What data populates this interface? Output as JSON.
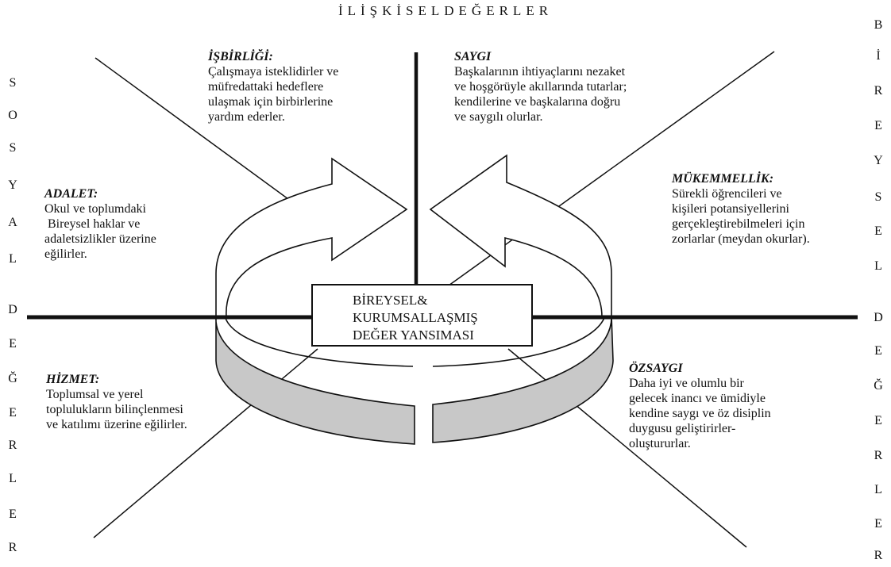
{
  "title": "İLİŞKİSELDEĞERLER",
  "left_label": [
    "S",
    "O",
    "S",
    "Y",
    "A",
    "L",
    "D",
    "E",
    "Ğ",
    "E",
    "R",
    "L",
    "E",
    "R"
  ],
  "right_label": [
    "B",
    "İ",
    "R",
    "E",
    "Y",
    "S",
    "E",
    "L",
    "D",
    "E",
    "Ğ",
    "E",
    "R",
    "L",
    "E",
    "R"
  ],
  "center_box": [
    "BİREYSEL&",
    "KURUMSALLAŞMIŞ",
    "DEĞER YANSIMASI"
  ],
  "quadrants": {
    "isbirligi": {
      "heading": "İŞBİRLİĞİ:",
      "lines": [
        "Çalışmaya isteklidirler ve",
        "müfredattaki hedeflere",
        "ulaşmak için birbirlerine",
        "yardım ederler."
      ]
    },
    "saygi": {
      "heading": "SAYGI",
      "lines": [
        "Başkalarının ihtiyaçlarını nezaket",
        "ve hoşgörüyle akıllarında tutarlar;",
        "kendilerine ve başkalarına doğru",
        "ve saygılı olurlar."
      ]
    },
    "adalet": {
      "heading": "ADALET:",
      "lines": [
        "Okul ve toplumdaki",
        " Bireysel haklar ve",
        "adaletsizlikler üzerine",
        "eğilirler."
      ]
    },
    "mukemmellik": {
      "heading": "MÜKEMMELLİK:",
      "lines": [
        "Sürekli öğrencileri ve",
        "kişileri potansiyellerini",
        "gerçekleştirebilmeleri için",
        "zorlarlar (meydan okurlar)."
      ]
    },
    "hizmet": {
      "heading": "HİZMET:",
      "lines": [
        "Toplumsal ve yerel",
        "toplulukların bilinçlenmesi",
        "ve katılımı üzerine eğilirler."
      ]
    },
    "ozsaygi": {
      "heading": "ÖZSAYGI",
      "lines": [
        "Daha iyi ve olumlu bir",
        "gelecek inancı ve ümidiyle",
        "kendine saygı ve öz disiplin",
        "duygusu geliştirirler-",
        "oluştururlar."
      ]
    }
  }
}
